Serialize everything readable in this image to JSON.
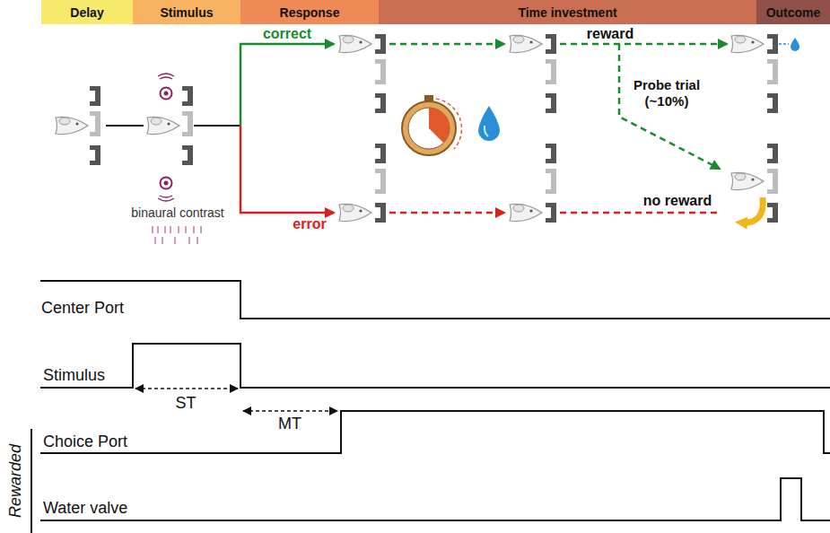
{
  "diagram": {
    "nodes": [
      {
        "text": [
          "Delay"
        ]
      },
      {
        "text": [
          "Stimulus"
        ]
      },
      {
        "text": [
          "Response"
        ]
      },
      {
        "text": [
          "Time investment"
        ]
      },
      {
        "text": [
          "Outcome"
        ]
      }
    ],
    "labels": [
      "correct",
      "error",
      "binaural contrast",
      "reward",
      "Probe trial (~10%)",
      "no reward",
      "Center Port",
      "Stimulus",
      "ST",
      "MT",
      "Choice Port",
      "Water valve",
      "Rewarded"
    ]
  }
}
